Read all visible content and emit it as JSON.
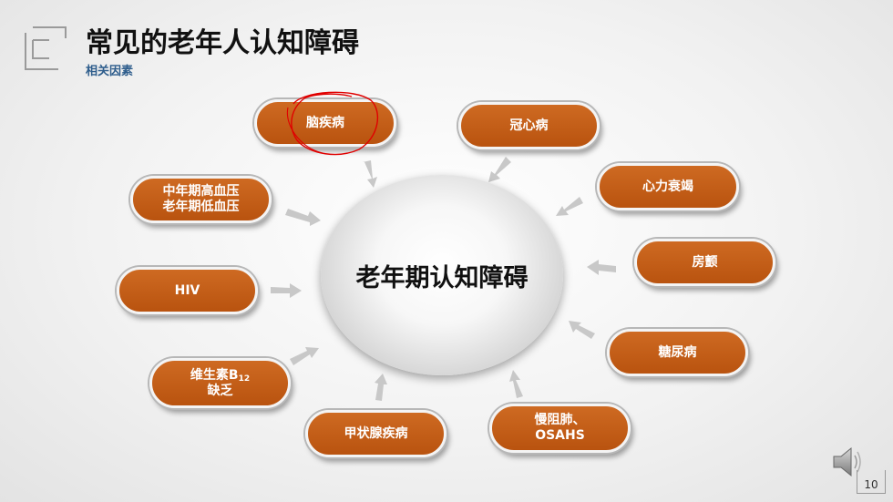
{
  "header": {
    "title": "常见的老年人认知障碍",
    "subtitle": "相关因素"
  },
  "center": {
    "label": "老年期认知障碍"
  },
  "factors": {
    "brain_disease": "脑疾病",
    "coronary": "冠心病",
    "heart_failure": "心力衰竭",
    "bp_line1": "中年期高血压",
    "bp_line2": "老年期低血压",
    "atrial_fib": "房颤",
    "hiv": "HIV",
    "diabetes": "糖尿病",
    "b12_main": "维生素B",
    "b12_sub": "12",
    "b12_line2": "缺乏",
    "copd_line1": "慢阻肺、",
    "copd_line2": "OSAHS",
    "thyroid": "甲状腺疾病"
  },
  "colors": {
    "node_fill": "#c45f1b",
    "node_border": "#f4f4f4",
    "arrow": "#c8c8c8",
    "title": "#111111",
    "subtitle": "#2e5d8c",
    "annotation": "#e00000"
  },
  "footer": {
    "page_number": "10"
  }
}
